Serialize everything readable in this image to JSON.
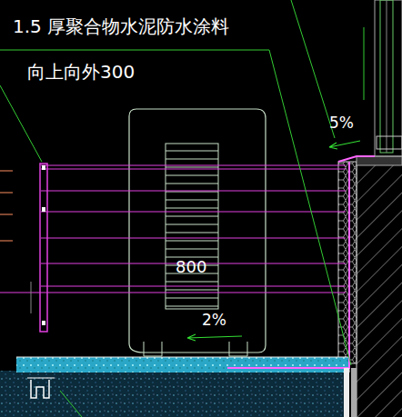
{
  "diagram": {
    "labels": [
      "1.5  厚聚合物水泥防水涂料",
      "向上向外300",
      "5%",
      "800",
      "2%"
    ]
  }
}
